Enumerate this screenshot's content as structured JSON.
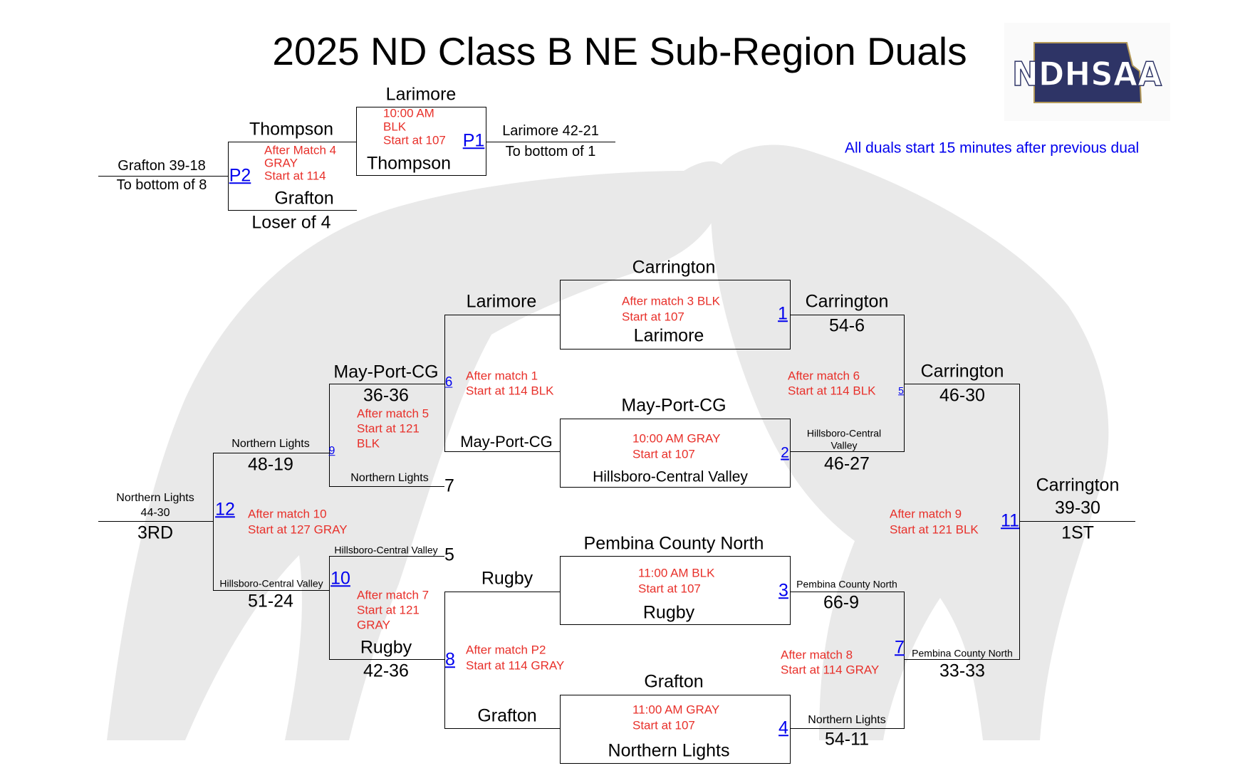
{
  "title": "2025 ND Class B NE Sub-Region Duals",
  "logo": {
    "text": "NDHSAA",
    "colors": {
      "navy": "#2e3466",
      "gold": "#b49a5a"
    }
  },
  "note": "All duals start 15 minutes after previous dual",
  "colors": {
    "schedule": "#e8302a",
    "match_link": "#0000ee",
    "silhouette": "#e8e8e8"
  },
  "pigtails": {
    "p1": {
      "number": "P1",
      "top": "Larimore",
      "bottom": "Thompson",
      "info": [
        "10:00 AM",
        "BLK",
        "Start at 107"
      ],
      "result": "Larimore 42-21",
      "destination": "To bottom of 1"
    },
    "p2": {
      "number": "P2",
      "top": "Thompson",
      "bottom": "Grafton",
      "bottom_source": "Loser of 4",
      "info": [
        "After Match 4",
        "GRAY",
        "Start at 114"
      ],
      "result": "Grafton 39-18",
      "destination": "To bottom of 8"
    }
  },
  "round1": [
    {
      "number": "1",
      "top": "Carrington",
      "bottom": "Larimore",
      "info": [
        "After match 3 BLK",
        "Start at 107"
      ]
    },
    {
      "number": "2",
      "top": "May-Port-CG",
      "bottom": "Hillsboro-Central Valley",
      "info": [
        "10:00 AM GRAY",
        "Start at 107"
      ]
    },
    {
      "number": "3",
      "top": "Pembina County North",
      "bottom": "Rugby",
      "info": [
        "11:00 AM BLK",
        "Start at 107"
      ]
    },
    {
      "number": "4",
      "top": "Grafton",
      "bottom": "Northern Lights",
      "info": [
        "11:00 AM GRAY",
        "Start at 107"
      ]
    }
  ],
  "consolation": {
    "m6": {
      "number": "6",
      "top": "Larimore",
      "bottom": "May-Port-CG",
      "info": [
        "After match 1",
        "Start at 114 BLK"
      ]
    },
    "m8": {
      "number": "8",
      "top": "Rugby",
      "bottom": "Grafton",
      "info": [
        "After match P2",
        "Start at 114 GRAY"
      ]
    },
    "m9": {
      "number": "9",
      "top": "May-Port-CG",
      "top_score": "36-36",
      "bottom": "Northern Lights",
      "bottom_source": "7",
      "info": [
        "After match 5",
        "Start at 121",
        "BLK"
      ]
    },
    "m10": {
      "number": "10",
      "top": "Hillsboro-Central Valley",
      "top_source": "5",
      "bottom": "Rugby",
      "bottom_score": "42-36",
      "info": [
        "After match 7",
        "Start at 121",
        "GRAY"
      ]
    },
    "m12": {
      "number": "12",
      "top": "Northern Lights",
      "top_score": "48-19",
      "bottom": "Hillsboro-Central Valley",
      "bottom_score": "51-24",
      "info": [
        "After match 10",
        "Start at 127 GRAY"
      ],
      "winner": "Northern Lights",
      "winner_score": "44-30",
      "place": "3RD"
    }
  },
  "championship": {
    "m5": {
      "number": "5",
      "top": "Carrington",
      "top_score": "54-6",
      "bottom": [
        "Hillsboro-Central",
        "Valley"
      ],
      "bottom_score": "46-27",
      "info": [
        "After match 6",
        "Start at 114 BLK"
      ]
    },
    "m7": {
      "number": "7",
      "top": "Pembina County North",
      "top_score": "66-9",
      "bottom": "Northern Lights",
      "bottom_score": "54-11",
      "info": [
        "After match 8",
        "Start at 114 GRAY"
      ]
    },
    "m11": {
      "number": "11",
      "top": "Carrington",
      "top_score": "46-30",
      "bottom": "Pembina County North",
      "bottom_score": "33-33",
      "info": [
        "After match 9",
        "Start at 121 BLK"
      ],
      "winner": "Carrington",
      "winner_score": "39-30",
      "place": "1ST"
    }
  }
}
